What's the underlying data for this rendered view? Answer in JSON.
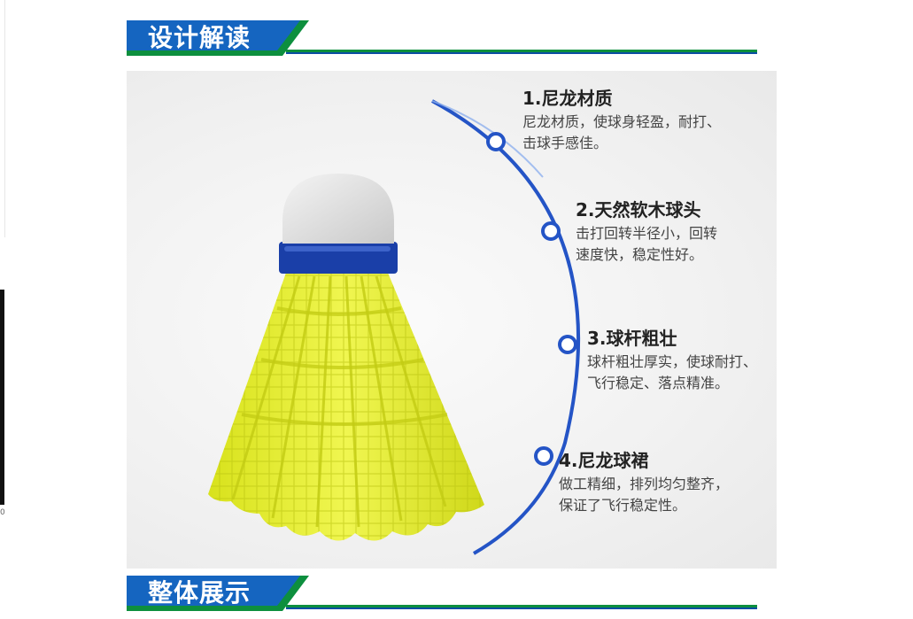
{
  "sections": {
    "design": {
      "title": "设计解读"
    },
    "overview": {
      "title": "整体展示"
    }
  },
  "features": [
    {
      "title": "1.尼龙材质",
      "desc_lines": [
        "尼龙材质，使球身轻盈，耐打、",
        "击球手感佳。"
      ]
    },
    {
      "title": "2.天然软木球头",
      "desc_lines": [
        "击打回转半径小，回转",
        "速度快，稳定性好。"
      ]
    },
    {
      "title": "3.球杆粗壮",
      "desc_lines": [
        "球杆粗壮厚实，使球耐打、",
        "飞行稳定、落点精准。"
      ]
    },
    {
      "title": "4.尼龙球裙",
      "desc_lines": [
        "做工精细，排列均匀整齐，",
        "保证了飞行稳定性。"
      ]
    }
  ],
  "edge_mark": "0",
  "colors": {
    "header_blue": "#1565c0",
    "header_green": "#0d8f3e",
    "arc_blue": "#2454c6",
    "shuttle_yellow": "#e6ef2a",
    "band_blue": "#1a3fa8"
  }
}
